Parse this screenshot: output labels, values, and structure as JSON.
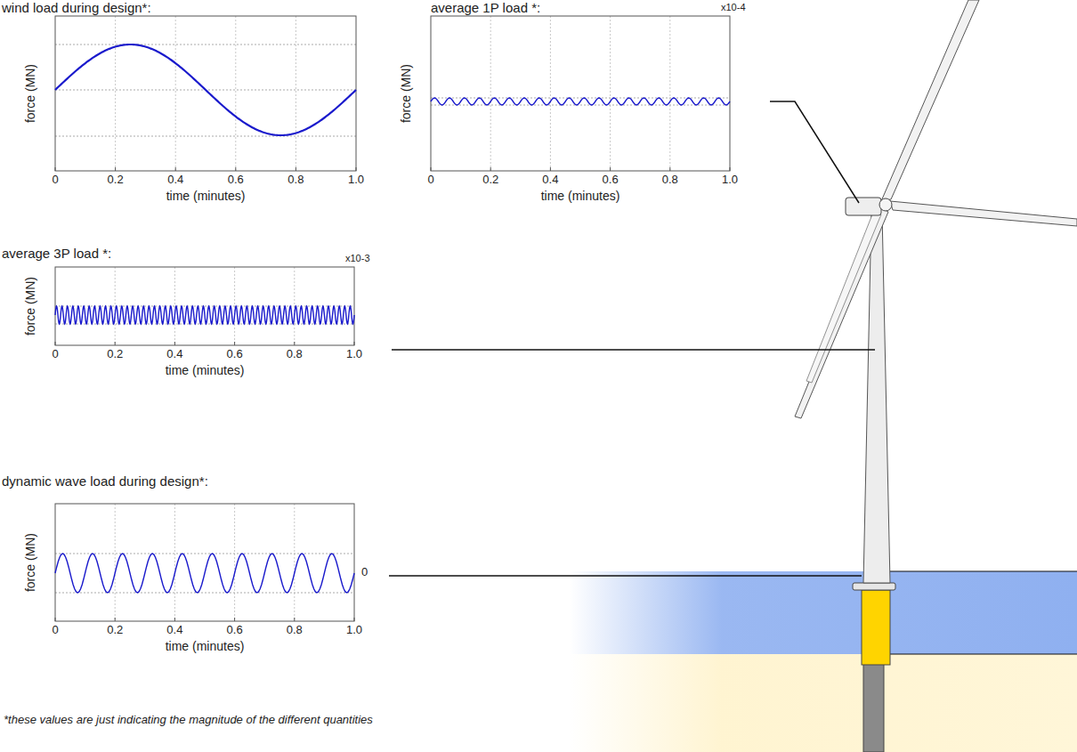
{
  "diagram": {
    "nodes": [
      {
        "text": [
          "wind load during design*:",
          "force (MN)",
          "time (minutes)"
        ]
      },
      {
        "text": [
          "average 1P load *:",
          "force (MN)",
          "time (minutes)"
        ]
      },
      {
        "text": [
          "average 3P load *:",
          "force (MN)",
          "time (minutes)"
        ]
      },
      {
        "text": [
          "dynamic wave load during design*:",
          "force (MN)",
          "time (minutes)"
        ]
      }
    ],
    "labels": [
      "0",
      "0.2",
      "0.4",
      "0.6",
      "0.8",
      "1.0",
      "0",
      "0.2",
      "0.4",
      "0.6",
      "0.8",
      "1.0",
      "x10-4",
      "0",
      "0.2",
      "0.4",
      "0.6",
      "0.8",
      "1.0",
      "x10-3",
      "0",
      "0.2",
      "0.4",
      "0.6",
      "0.8",
      "1.0",
      "0",
      "*these values are just indicating the magnitude of the different quantities"
    ]
  }
}
